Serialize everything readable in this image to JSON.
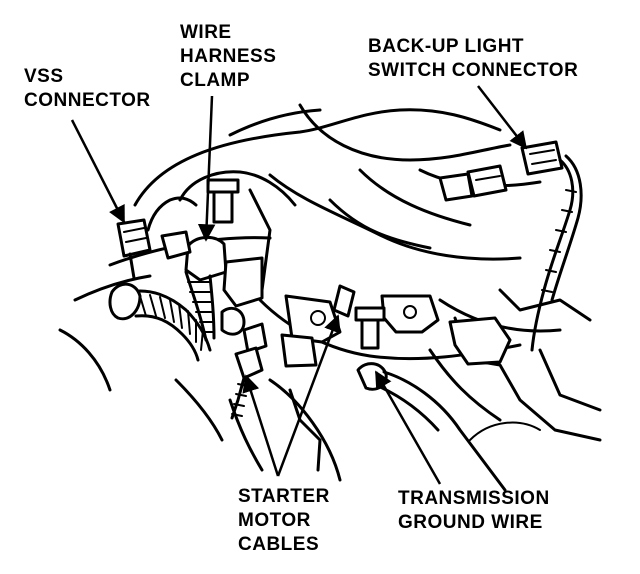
{
  "labels": {
    "vss_connector": [
      "VSS",
      "CONNECTOR"
    ],
    "wire_harness_clamp": [
      "WIRE",
      "HARNESS",
      "CLAMP"
    ],
    "backup_light_switch_connector": [
      "BACK-UP LIGHT",
      "SWITCH CONNECTOR"
    ],
    "starter_motor_cables": [
      "STARTER",
      "MOTOR",
      "CABLES"
    ],
    "transmission_ground_wire": [
      "TRANSMISSION",
      "GROUND WIRE"
    ]
  },
  "colors": {
    "ink": "#000000",
    "paper": "#ffffff"
  }
}
